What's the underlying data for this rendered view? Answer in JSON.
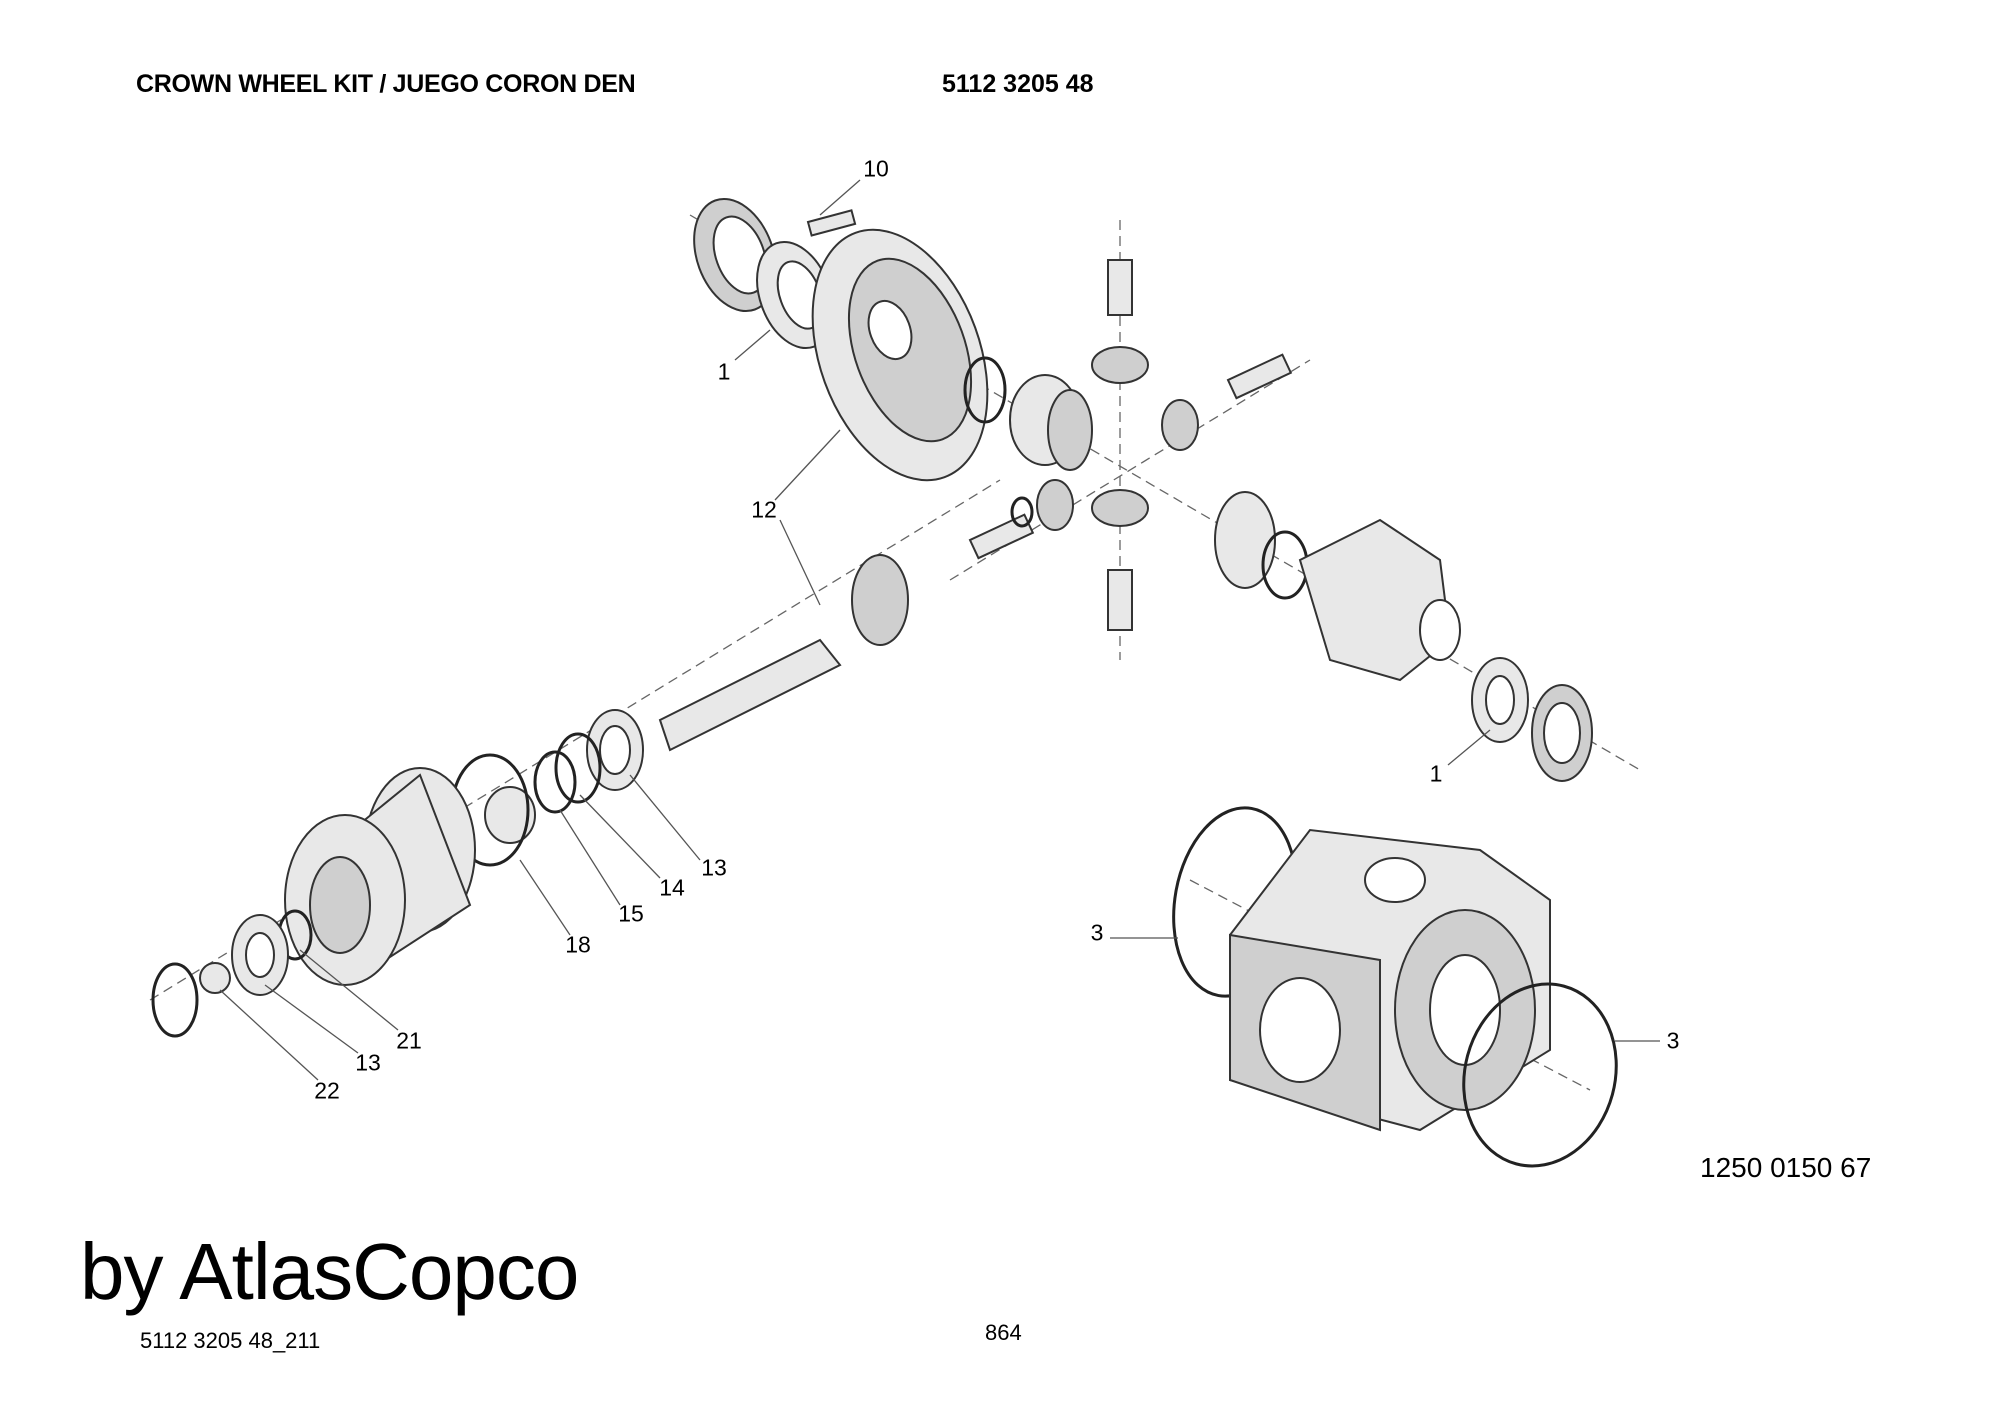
{
  "header": {
    "title": "CROWN WHEEL KIT / JUEGO CORON DEN",
    "part_number": "5112 3205 48"
  },
  "callouts": [
    {
      "id": "10"
    },
    {
      "id": "1"
    },
    {
      "id": "12"
    },
    {
      "id": "1"
    },
    {
      "id": "13"
    },
    {
      "id": "14"
    },
    {
      "id": "15"
    },
    {
      "id": "18"
    },
    {
      "id": "21"
    },
    {
      "id": "13"
    },
    {
      "id": "22"
    },
    {
      "id": "3"
    },
    {
      "id": "3"
    }
  ],
  "assembly_number": "1250 0150 67",
  "footer": {
    "file_ref": "5112 3205 48_211",
    "page": "864",
    "watermark": "by AtlasCopco"
  }
}
